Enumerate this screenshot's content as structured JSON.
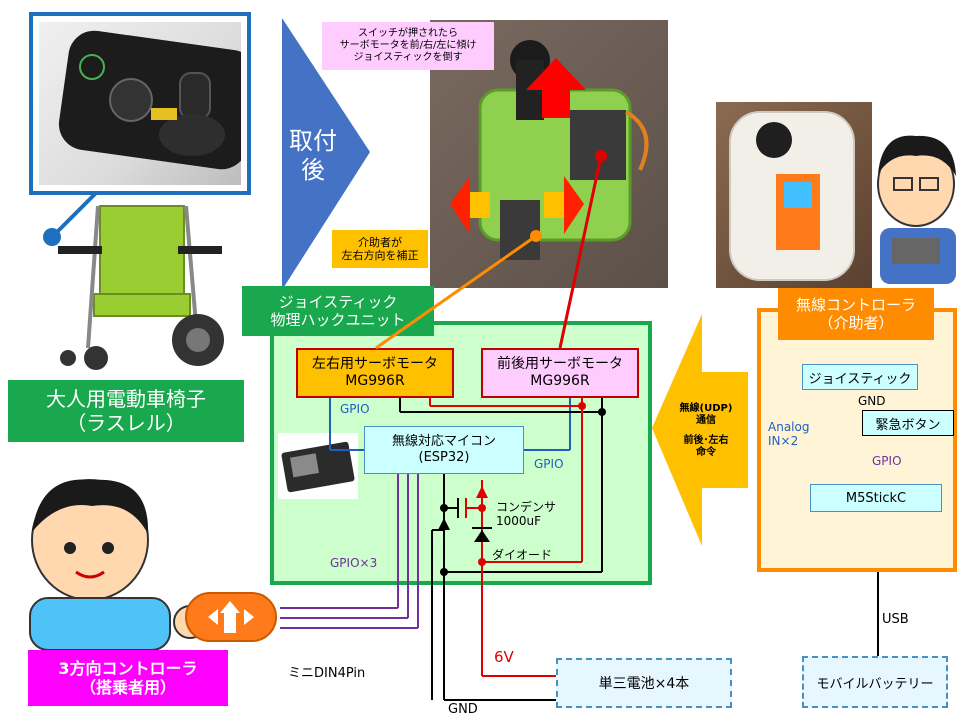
{
  "wheelchair": {
    "name_line1": "大人用電動車椅子",
    "name_line2": "（ラスレル）"
  },
  "arrow": {
    "line1": "取付",
    "line2": "後"
  },
  "notes": {
    "switch_line1": "スイッチが押されたら",
    "switch_line2": "サーボモータを前/右/左に傾け",
    "switch_line3": "ジョイスティックを倒す",
    "caregiver_line1": "介助者が",
    "caregiver_line2": "左右方向を補正"
  },
  "hack_unit": {
    "title_line1": "ジョイスティック",
    "title_line2": "物理ハックユニット",
    "lr_servo_line1": "左右用サーボモータ",
    "lr_servo_line2": "MG996R",
    "fb_servo_line1": "前後用サーボモータ",
    "fb_servo_line2": "MG996R",
    "mcu_line1": "無線対応マイコン",
    "mcu_line2": "(ESP32)",
    "gpio_left": "GPIO",
    "gpio_right": "GPIO",
    "capacitor_line1": "コンデンサ",
    "capacitor_line2": "1000uF",
    "diode": "ダイオード",
    "gpio_x3": "GPIO×3"
  },
  "wireless": {
    "line1": "無線(UDP)",
    "line2": "通信",
    "line3": "前後･左右",
    "line4": "命令"
  },
  "controller": {
    "title_line1": "無線コントローラ",
    "title_line2": "（介助者）",
    "joystick": "ジョイスティック",
    "gnd": "GND",
    "analog_line1": "Analog",
    "analog_line2": "IN×2",
    "emergency": "緊急ボタン",
    "gpio": "GPIO",
    "m5": "M5StickC",
    "usb": "USB",
    "battery": "モバイルバッテリー"
  },
  "rider_controller": {
    "line1": "3方向コントローラ",
    "line2": "（搭乗者用）",
    "connector": "ミニDIN4Pin"
  },
  "power": {
    "volts": "6V",
    "batteries": "単三電池×4本",
    "gnd": "GND"
  },
  "colors": {
    "green_box": "#1aa84f",
    "orange": "#ff8c00",
    "red": "#e00000",
    "blue": "#1f5fbf",
    "purple": "#7030a0",
    "arrow_blue": "#4472c4",
    "magenta": "#ff00ff",
    "gold": "#ffc000"
  }
}
